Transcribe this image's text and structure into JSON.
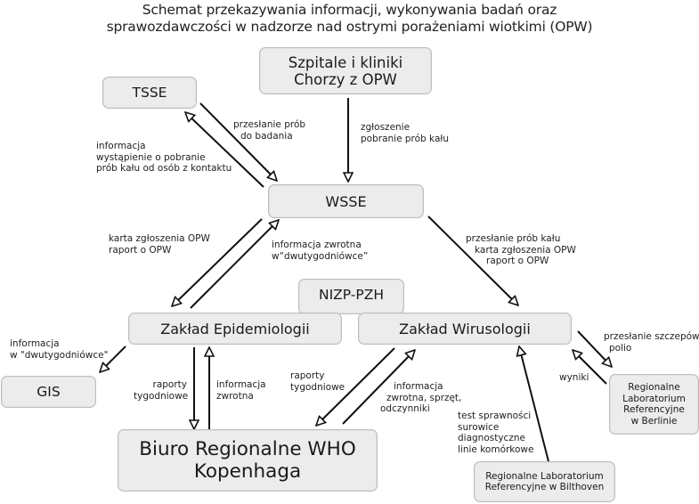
{
  "title": {
    "line1": "Schemat przekazywania informacji, wykonywania badań oraz",
    "line2": "sprawozdawczości w nadzorze nad ostrymi porażeniami wiotkimi (OPW)"
  },
  "nodes": {
    "szpitale": {
      "line1": "Szpitale i kliniki",
      "line2": "Chorzy z OPW"
    },
    "tsse": {
      "label": "TSSE"
    },
    "wsse": {
      "label": "WSSE"
    },
    "nizp": {
      "label": "NIZP-PZH"
    },
    "epidemiologia": {
      "label": "Zakład Epidemiologii"
    },
    "wirusologia": {
      "label": "Zakład Wirusologii"
    },
    "gis": {
      "label": "GIS"
    },
    "who": {
      "line1": "Biuro Regionalne WHO",
      "line2": "Kopenhaga"
    },
    "berlin": {
      "line1": "Regionalne",
      "line2": "Laboratorium",
      "line3": "Referencyjne",
      "line4": "w Berlinie"
    },
    "bilthoven": {
      "line1": "Regionalne Laboratorium",
      "line2": "Referencyjne w Bilthoven"
    }
  },
  "edges": {
    "tsse_to_wsse": {
      "line1": "przesłanie prób",
      "line2": "do badania"
    },
    "wsse_to_tsse": {
      "line1": "informacja",
      "line2": "wystąpienie o pobranie",
      "line3": "prób kału od osób z kontaktu"
    },
    "szpitale_to_wsse": {
      "line1": "zgłoszenie",
      "line2": "pobranie prób kału"
    },
    "wsse_to_epid": {
      "line1": "karta zgłoszenia OPW",
      "line2": "raport o OPW"
    },
    "epid_to_wsse": {
      "line1": "informacja zwrotna",
      "line2": "w“dwutygodniówce”"
    },
    "wsse_to_wirus": {
      "line1": "przesłanie prób kału",
      "line2": "karta zgłoszenia OPW",
      "line3": "raport o OPW"
    },
    "epid_to_gis": {
      "line1": "informacja",
      "line2": "w \"dwutygodniówce\""
    },
    "epid_to_who": {
      "line1": "raporty",
      "line2": "tygodniowe"
    },
    "who_to_epid": {
      "line1": "informacja",
      "line2": "zwrotna"
    },
    "wirus_to_who": {
      "line1": "raporty",
      "line2": "tygodniowe"
    },
    "who_to_wirus": {
      "line1": "informacja",
      "line2": "zwrotna, sprzęt,",
      "line3": "odczynniki"
    },
    "bilthoven_to_wirus": {
      "line1": "test sprawności",
      "line2": "surowice",
      "line3": "diagnostyczne",
      "line4": "linie komórkowe"
    },
    "wirus_to_berlin": {
      "line1": "przesłanie szczepów",
      "line2": "polio"
    },
    "berlin_to_wirus": {
      "line1": "wyniki"
    }
  }
}
